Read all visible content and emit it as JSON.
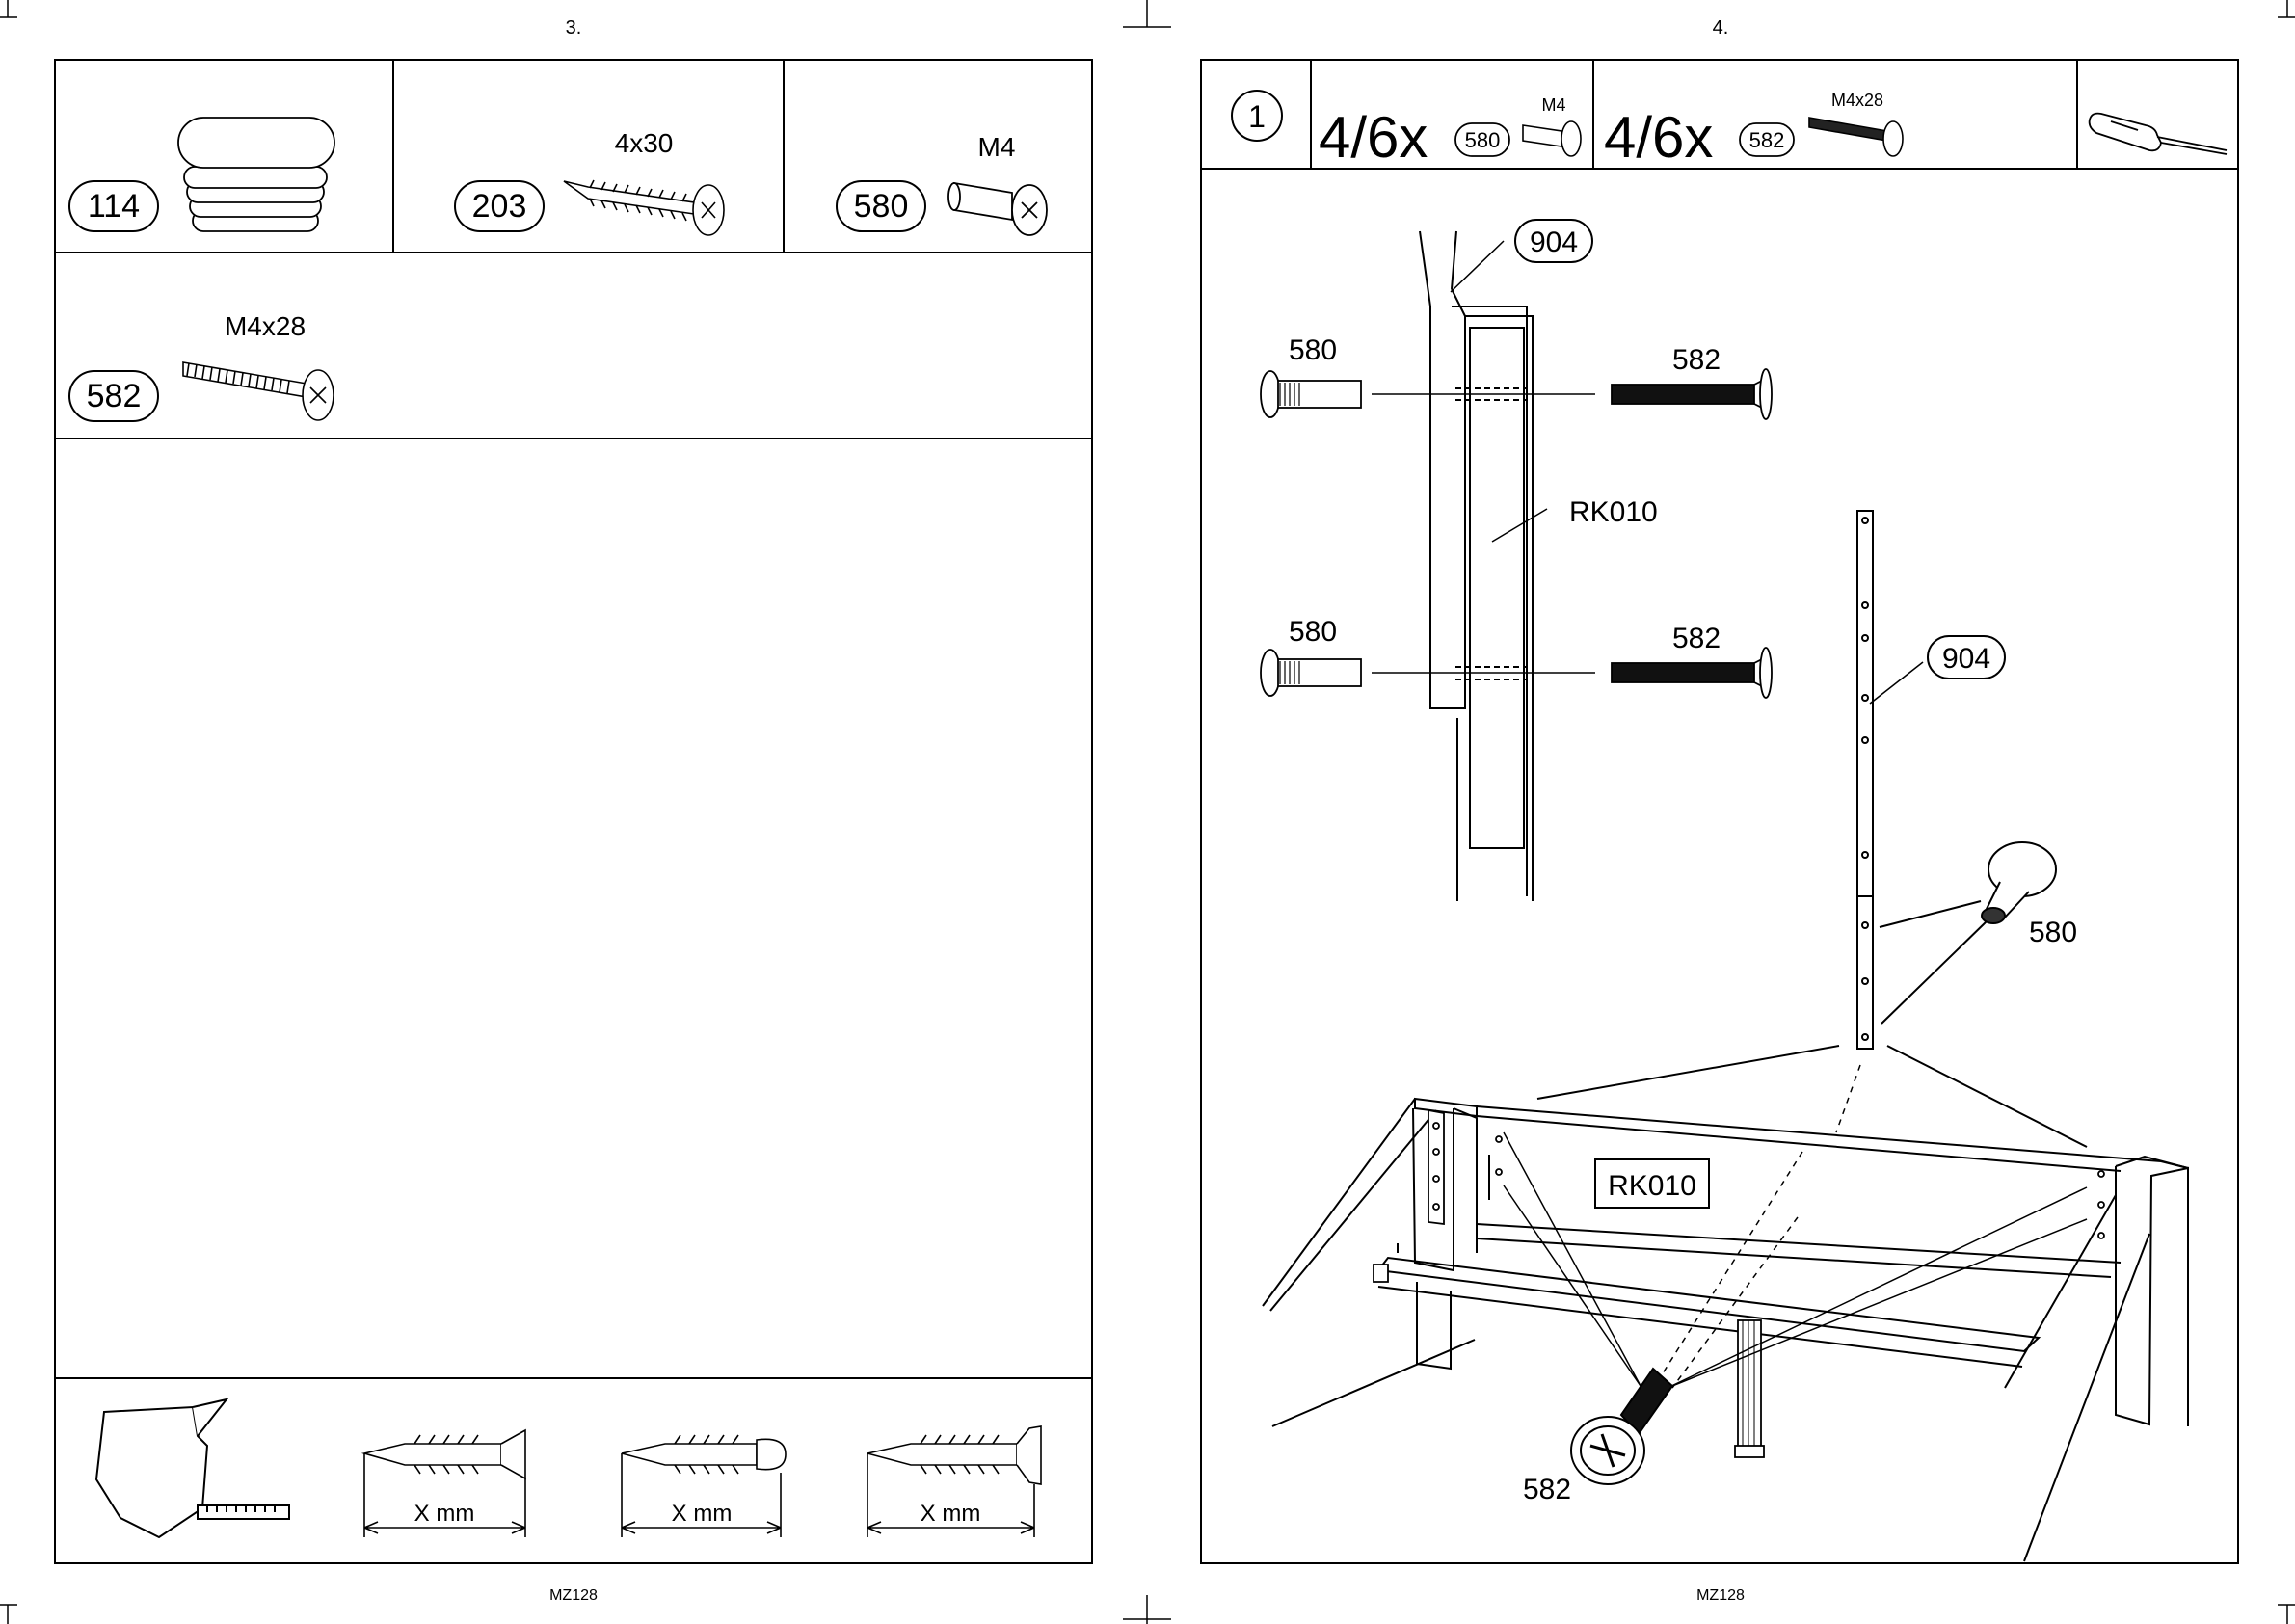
{
  "left_page": {
    "page_number": "3.",
    "footer_code": "MZ128",
    "parts": [
      {
        "id": "114",
        "spec": ""
      },
      {
        "id": "203",
        "spec": "4x30"
      },
      {
        "id": "580",
        "spec": "M4"
      },
      {
        "id": "582",
        "spec": "M4x28"
      }
    ],
    "measure_label": "X mm"
  },
  "right_page": {
    "page_number": "4.",
    "footer_code": "MZ128",
    "step": {
      "number": "1",
      "counts": [
        {
          "qty": "4/6x",
          "part": "580",
          "spec": "M4"
        },
        {
          "qty": "4/6x",
          "part": "582",
          "spec": "M4x28"
        }
      ],
      "tool": "screwdriver-icon"
    },
    "callouts": {
      "post_top": "904",
      "post_right": "904",
      "bolt_580_a": "580",
      "bolt_580_b": "580",
      "bolt_582_a": "582",
      "bolt_582_b": "582",
      "rail_label": "RK010",
      "rail_box": "RK010",
      "fitting_580": "580",
      "fitting_582": "582"
    }
  }
}
